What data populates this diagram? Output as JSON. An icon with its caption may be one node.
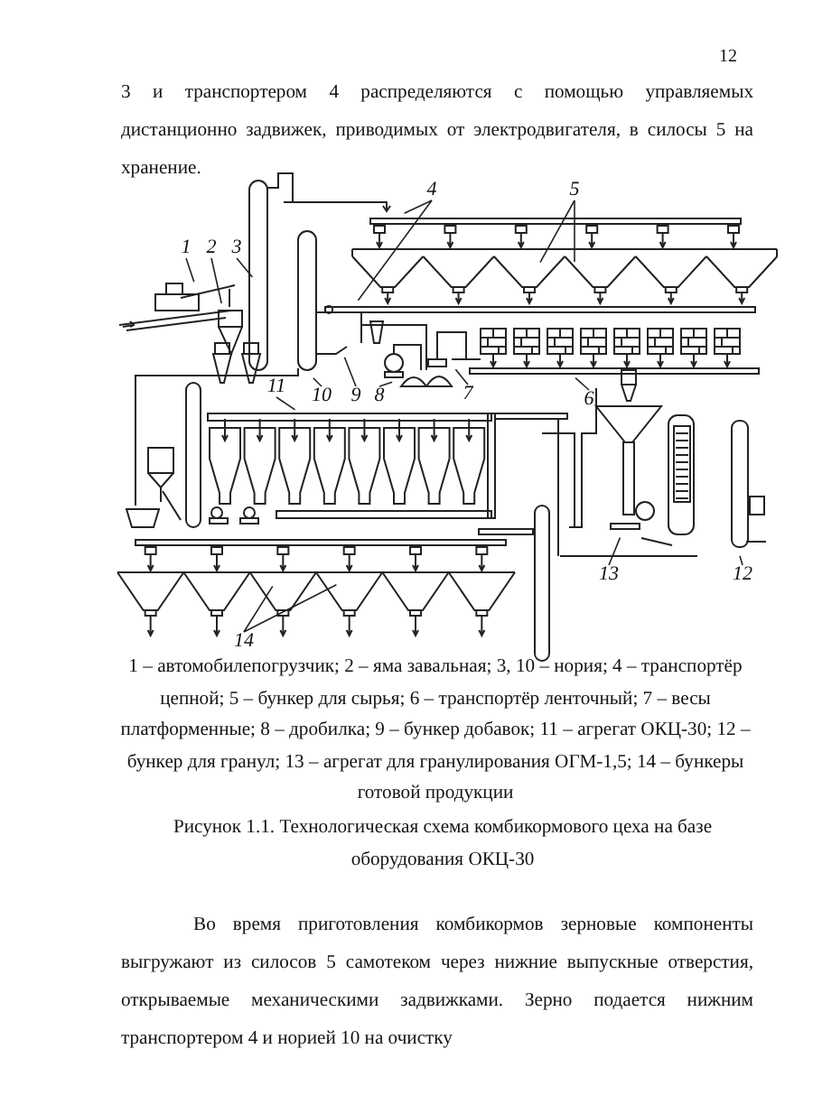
{
  "diagram": {
    "caption": "Рисунок 1.1. Технологическая схема комбикормового цеха на базе оборудования ОКЦ-30",
    "nodes": [
      {
        "text": [
          "1"
        ]
      },
      {
        "text": [
          "2"
        ]
      },
      {
        "text": [
          "3"
        ]
      },
      {
        "text": [
          "4"
        ]
      },
      {
        "text": [
          "5"
        ]
      },
      {
        "text": [
          "6"
        ]
      },
      {
        "text": [
          "7"
        ]
      },
      {
        "text": [
          "8"
        ]
      },
      {
        "text": [
          "9"
        ]
      },
      {
        "text": [
          "10"
        ]
      },
      {
        "text": [
          "11"
        ]
      },
      {
        "text": [
          "12"
        ]
      },
      {
        "text": [
          "13"
        ]
      },
      {
        "text": [
          "14"
        ]
      }
    ],
    "edges": [
      {
        "from": 0,
        "to": null,
        "arrow": "none"
      },
      {
        "from": 1,
        "to": null,
        "arrow": "none"
      },
      {
        "from": 2,
        "to": null,
        "arrow": "none"
      },
      {
        "from": 3,
        "to": null,
        "arrow": "none"
      },
      {
        "from": 3,
        "to": null,
        "arrow": "none"
      },
      {
        "from": 4,
        "to": null,
        "arrow": "none"
      },
      {
        "from": 4,
        "to": null,
        "arrow": "none"
      },
      {
        "from": 5,
        "to": null,
        "arrow": "none"
      },
      {
        "from": 6,
        "to": null,
        "arrow": "none"
      },
      {
        "from": 7,
        "to": null,
        "arrow": "none"
      },
      {
        "from": 8,
        "to": null,
        "arrow": "none"
      },
      {
        "from": 9,
        "to": null,
        "arrow": "none"
      },
      {
        "from": 10,
        "to": null,
        "arrow": "none"
      },
      {
        "from": 11,
        "to": null,
        "arrow": "none"
      },
      {
        "from": 12,
        "to": null,
        "arrow": "none"
      },
      {
        "from": 13,
        "to": null,
        "arrow": "none"
      },
      {
        "from": 13,
        "to": null,
        "arrow": "none"
      }
    ],
    "labels": [
      "12",
      "3 и транспортером 4 распределяются с помощью управляемых дистанционно задвижек, приводимых от электродвигателя, в силосы 5 на хранение.",
      "1 – автомобилепогрузчик; 2 – яма завальная; 3, 10 – нория; 4 – транспортёр цепной; 5 – бункер для сырья; 6 – транспортёр ленточный; 7 – весы платформенные; 8 – дробилка; 9 – бункер добавок; 11 – агрегат ОКЦ-30; 12 – бункер для гранул; 13 – агрегат для гранулирования ОГМ-1,5; 14 – бункеры готовой продукции",
      "Во время приготовления комбикормов зерновые компоненты выгружают из силосов 5 самотеком через нижние выпускные отверстия, открываемые механическими задвижками. Зерно подается нижним транспортером 4 и норией 10 на очистку"
    ]
  }
}
